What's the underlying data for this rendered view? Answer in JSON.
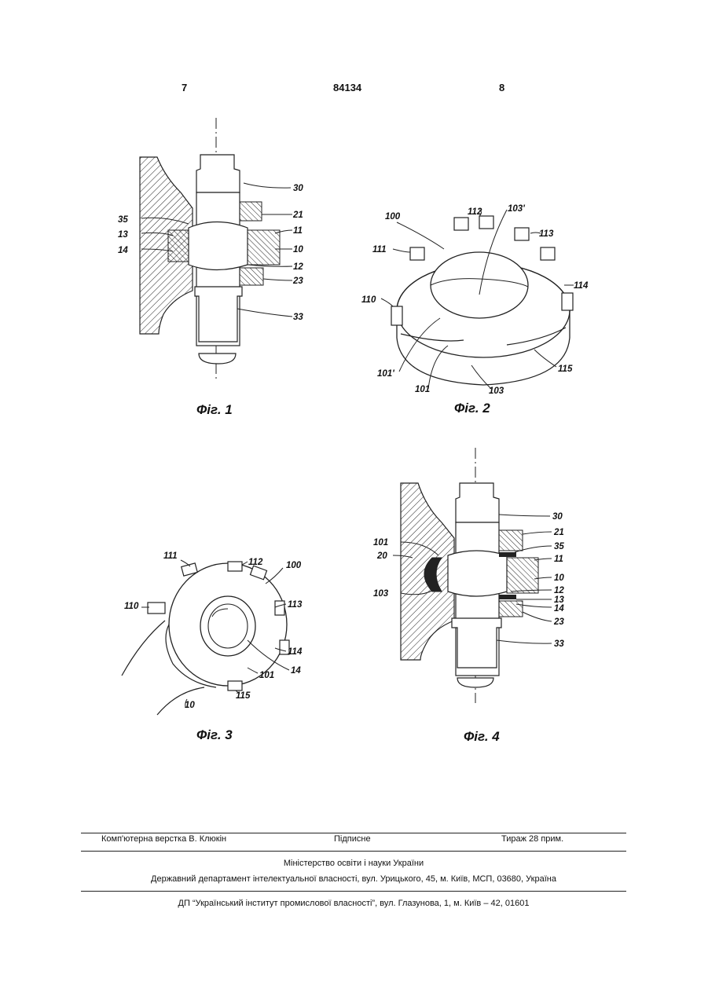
{
  "header": {
    "left_page": "7",
    "patent_number": "84134",
    "right_page": "8"
  },
  "figures": {
    "fig1": {
      "caption": "Фіг. 1",
      "labels": [
        "30",
        "21",
        "35",
        "11",
        "13",
        "10",
        "14",
        "12",
        "23",
        "33"
      ]
    },
    "fig2": {
      "caption": "Фіг. 2",
      "labels": [
        "100",
        "112",
        "103'",
        "113",
        "111",
        "114",
        "110",
        "115",
        "101'",
        "101",
        "103"
      ]
    },
    "fig3": {
      "caption": "Фіг. 3",
      "labels": [
        "111",
        "112",
        "100",
        "110",
        "113",
        "114",
        "14",
        "101",
        "10",
        "115"
      ]
    },
    "fig4": {
      "caption": "Фіг. 4",
      "labels": [
        "30",
        "21",
        "101",
        "35",
        "20",
        "11",
        "10",
        "103",
        "12",
        "13",
        "14",
        "23",
        "33"
      ]
    }
  },
  "footer": {
    "layout": "Комп'ютерна верстка В. Клюкін",
    "signed": "Підписне",
    "circulation": "Тираж 28 прим.",
    "ministry": "Міністерство освіти і науки України",
    "department": "Державний департамент інтелектуальної власності, вул. Урицького, 45, м. Київ, МСП, 03680, Україна",
    "institute": "ДП “Український інститут промислової власності”, вул. Глазунова, 1, м. Київ – 42, 01601"
  }
}
